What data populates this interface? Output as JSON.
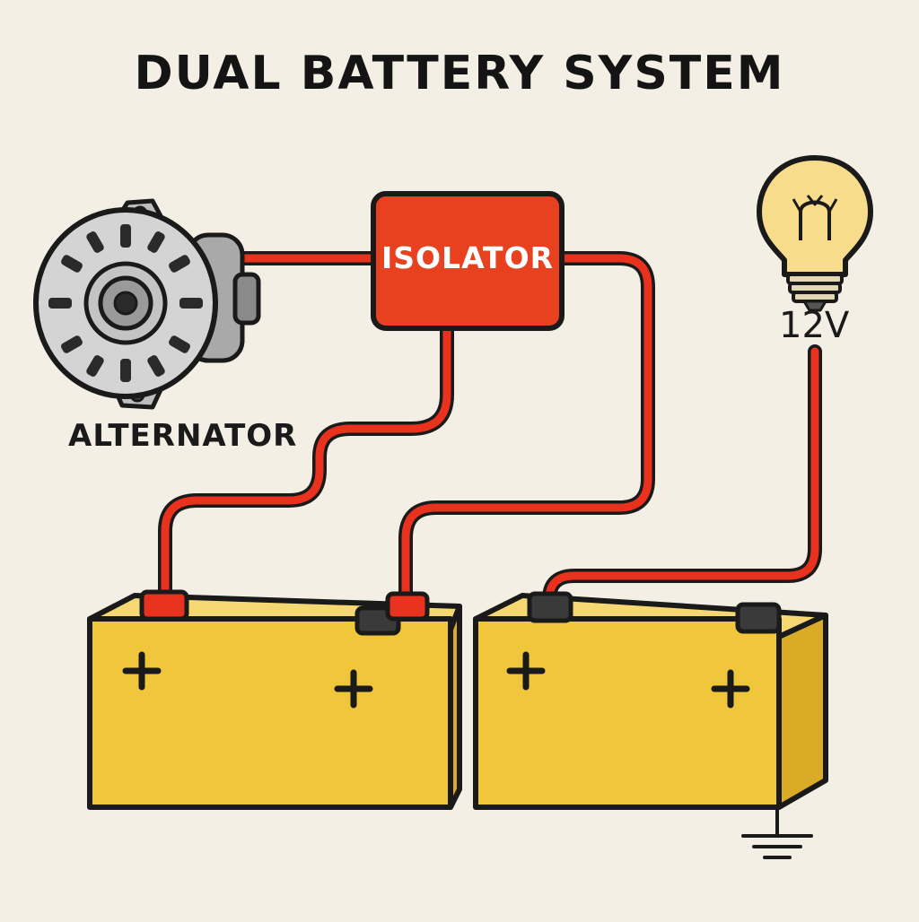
{
  "title": "DUAL BATTERY SYSTEM",
  "components": {
    "alternator": {
      "label": "ALTERNATOR"
    },
    "isolator": {
      "label": "ISOLATOR"
    },
    "lamp": {
      "label": "12V"
    },
    "battery_1": {
      "terminal_marks": [
        "+",
        "+"
      ]
    },
    "battery_2": {
      "terminal_marks": [
        "+",
        "+"
      ]
    },
    "ground": {
      "symbol": "ground-icon"
    }
  },
  "colors": {
    "background": "#f3efe4",
    "wire": "#e8321e",
    "isolator": "#e8411f",
    "battery": "#f0c63a",
    "bulb": "#f7dc8c"
  }
}
